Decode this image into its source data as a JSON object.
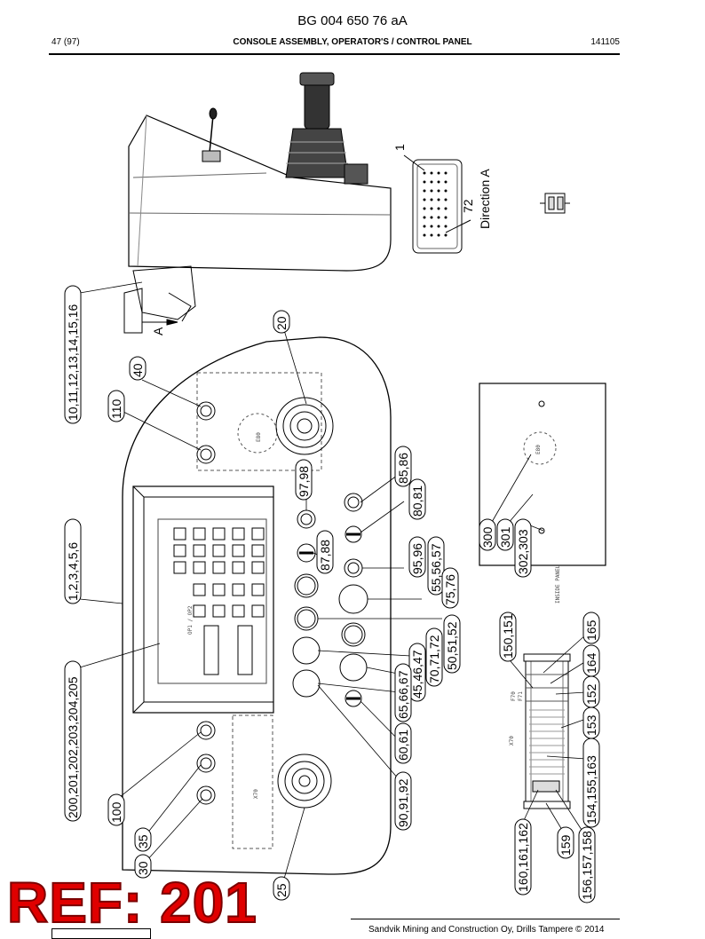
{
  "header": {
    "doc_id": "BG 004 650 76 aA",
    "page": "47 (97)",
    "title": "CONSOLE ASSEMBLY, OPERATOR'S / CONTROL PANEL",
    "date": "141105"
  },
  "callouts": {
    "c1": "10,11,12,13,14,15,16",
    "c2": "40",
    "c3": "110",
    "c4": "20",
    "c5": "85,86",
    "c6": "97,98",
    "c7": "80,81",
    "c8": "87,88",
    "c9": "95,96",
    "c10": "55,56,57",
    "c11": "75,76",
    "c12": "1,2,3,4,5,6",
    "c13": "50,51,52",
    "c14": "70,71,72",
    "c15": "45,46,47",
    "c16": "65,66,67",
    "c17": "200,201,202,203,204,205",
    "c18": "60,61",
    "c19": "90,91,92",
    "c20": "100",
    "c21": "35",
    "c22": "30",
    "c23": "25",
    "c24": "300",
    "c25": "301",
    "c26": "302,303",
    "c27": "150,151",
    "c28": "165",
    "c29": "164",
    "c30": "152",
    "c31": "153",
    "c32": "154,155,163",
    "c33": "160,161,162",
    "c34": "159",
    "c35": "156,157,158"
  },
  "labels": {
    "direction": "Direction A",
    "arrow_a": "A",
    "connector_pin_1": "1",
    "connector_pin_72": "72",
    "inside_panel": "INSIDE PANEL",
    "op_display": "OP1 / OP2",
    "x70": "X70",
    "f70": "F70",
    "f71": "F71",
    "e80": "E80"
  },
  "stamp": {
    "ref": "REF: 201"
  },
  "footer": {
    "copyright": "Sandvik Mining and Construction Oy, Drills Tampere © 2014"
  }
}
